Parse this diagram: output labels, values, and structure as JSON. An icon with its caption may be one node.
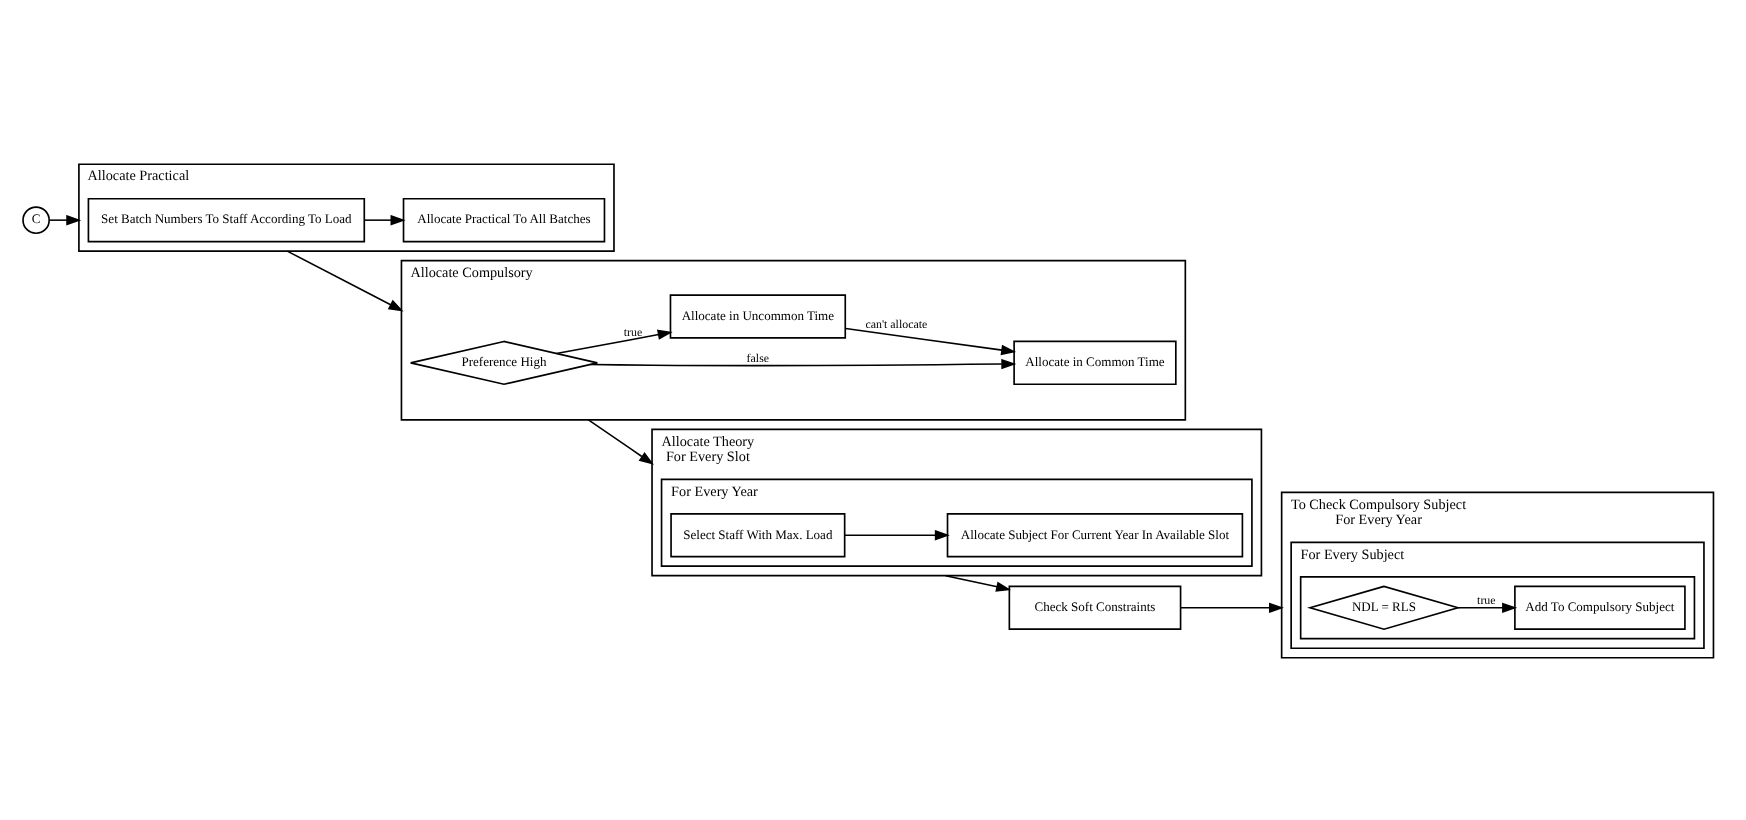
{
  "diagram": {
    "nodes": [
      {
        "text": [
          "C"
        ]
      },
      {
        "text": [
          "Allocate Practical"
        ]
      },
      {
        "text": [
          "Set Batch Numbers To Staff According To Load"
        ],
        "in": 1
      },
      {
        "text": [
          "Allocate Practical To All Batches"
        ],
        "in": 1
      },
      {
        "text": [
          "Allocate Compulsory"
        ]
      },
      {
        "text": [
          "Preference High"
        ],
        "in": 4
      },
      {
        "text": [
          "Allocate in Common Time"
        ],
        "in": 4
      },
      {
        "text": [
          "Allocate in Uncommon Time"
        ],
        "in": 4
      },
      {
        "text": [
          "Allocate Theory",
          "For Every Slot"
        ]
      },
      {
        "text": [
          "For Every Year"
        ],
        "in": 8
      },
      {
        "text": [
          "Select Staff With Max. Load"
        ],
        "in": 9
      },
      {
        "text": [
          "Allocate Subject For Current Year In Available Slot"
        ],
        "in": 9
      },
      {
        "text": [
          "Check Soft Constraints"
        ]
      },
      {
        "text": [
          "To Check Compulsory Subject",
          "For Every Year"
        ]
      },
      {
        "text": [
          "For Every Subject"
        ],
        "in": 13
      },
      {
        "text": [],
        "shape": "box",
        "in": 14
      },
      {
        "text": [
          "NDL = RLS"
        ],
        "in": 15
      },
      {
        "text": [
          "Add To Compulsory Subject"
        ],
        "in": 15
      }
    ],
    "edges": [
      {
        "from": 0,
        "to": 1,
        "arrow": "to"
      },
      {
        "from": 2,
        "to": 3,
        "arrow": "to"
      },
      {
        "from": 1,
        "to": 4,
        "arrow": "to"
      },
      {
        "from": 5,
        "to": 6,
        "label": "false",
        "arrow": "to"
      },
      {
        "from": 5,
        "to": 7,
        "label": "true",
        "arrow": "to"
      },
      {
        "from": 7,
        "to": 6,
        "label": "can't allocate",
        "arrow": "to"
      },
      {
        "from": 4,
        "to": 8,
        "arrow": "to"
      },
      {
        "from": 10,
        "to": 11,
        "arrow": "to"
      },
      {
        "from": 8,
        "to": 12,
        "arrow": "to"
      },
      {
        "from": 12,
        "to": 13,
        "arrow": "to"
      },
      {
        "from": 16,
        "to": 17,
        "label": "true",
        "arrow": "to"
      }
    ]
  }
}
